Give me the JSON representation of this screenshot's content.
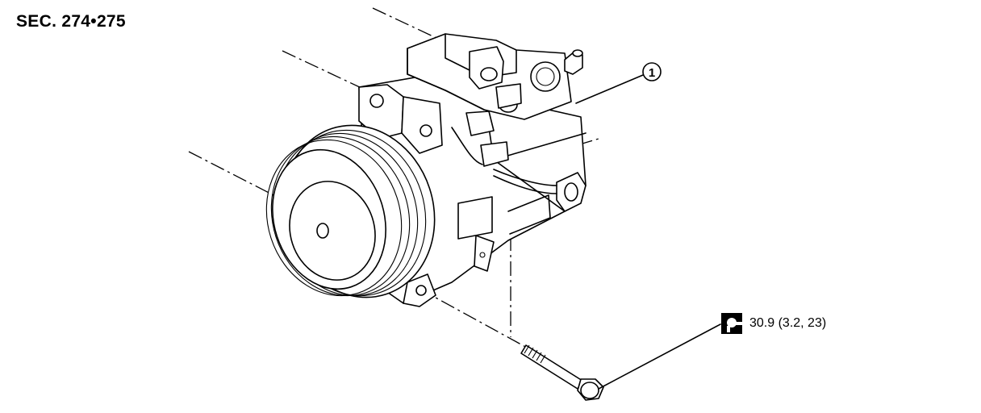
{
  "section": {
    "label": "SEC. 274•275"
  },
  "callout": {
    "number": "1"
  },
  "torque": {
    "value": "30.9 (3.2, 23)"
  },
  "icons": {
    "torque_symbol": "torque-wrench-icon"
  }
}
